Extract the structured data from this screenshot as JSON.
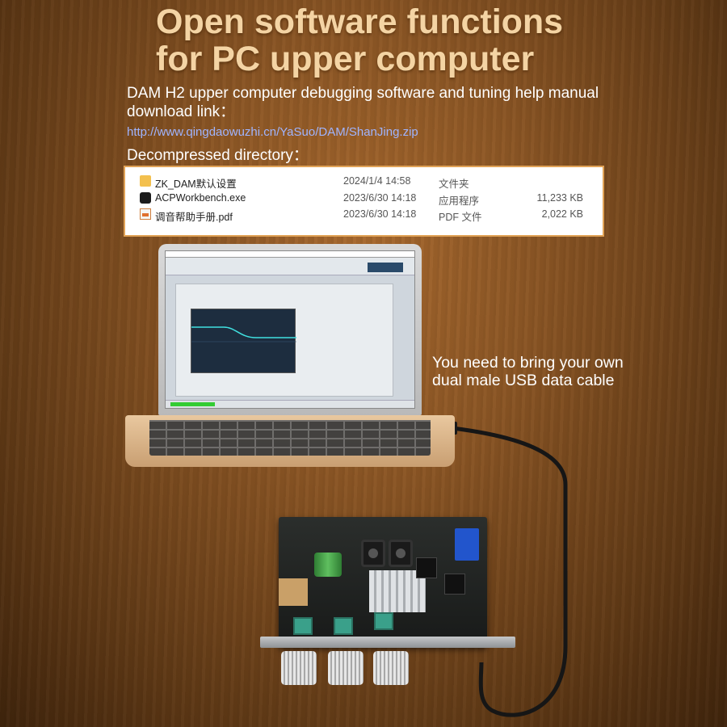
{
  "headline": {
    "line1": "Open software functions",
    "line2": "for PC upper computer"
  },
  "description": {
    "text": "DAM H2 upper computer debugging software and tuning help manual download link：",
    "link": "http://www.qingdaowuzhi.cn/YaSuo/DAM/ShanJing.zip",
    "directory_label": "Decompressed directory："
  },
  "files": [
    {
      "name": "ZK_DAM默认设置",
      "date": "2024/1/4 14:58",
      "type": "文件夹",
      "size": "",
      "icon": "folder-icon"
    },
    {
      "name": "ACPWorkbench.exe",
      "date": "2023/6/30 14:18",
      "type": "应用程序",
      "size": "11,233 KB",
      "icon": "exe-icon"
    },
    {
      "name": "调音帮助手册.pdf",
      "date": "2023/6/30 14:18",
      "type": "PDF 文件",
      "size": "2,022 KB",
      "icon": "pdf-icon"
    }
  ],
  "note": "You need to bring your own dual male USB data cable",
  "colors": {
    "headline": "#f4d4a4",
    "link": "#9fb4ff",
    "panel_border": "#e0a256"
  }
}
